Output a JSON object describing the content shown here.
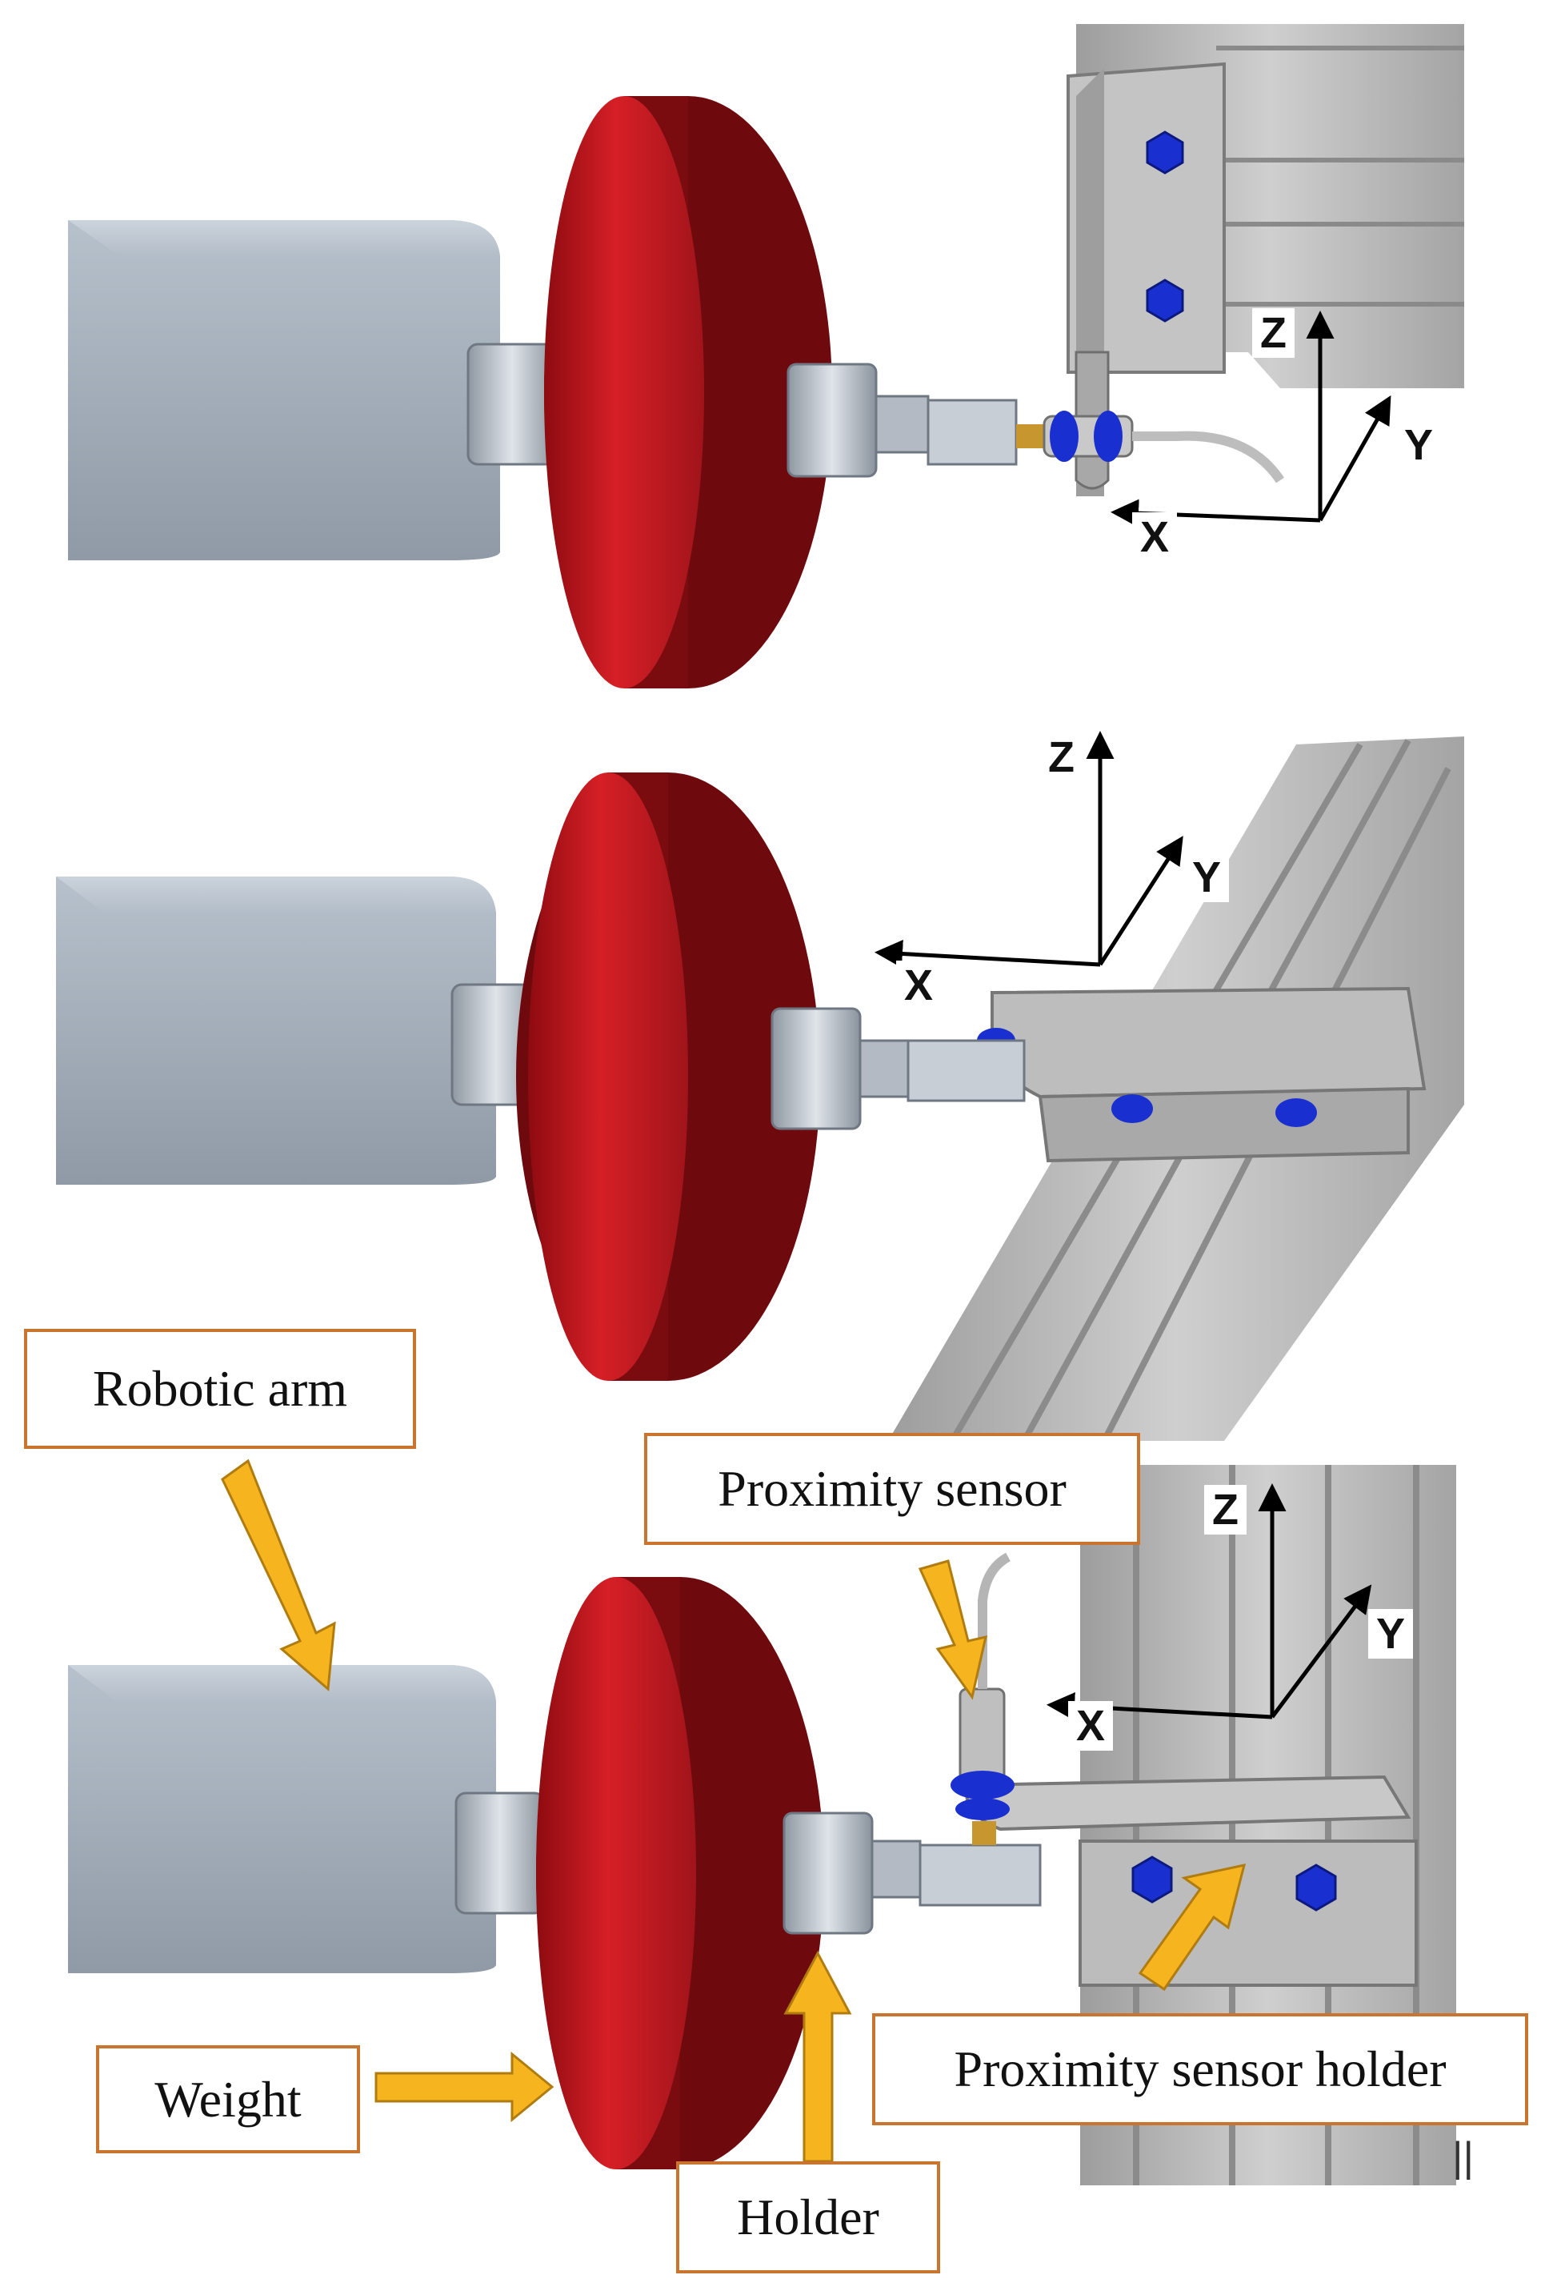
{
  "callouts": {
    "robotic_arm": "Robotic arm",
    "proximity_sensor": "Proximity sensor",
    "proximity_sensor_holder": "Proximity sensor holder",
    "weight": "Weight",
    "holder": "Holder"
  },
  "axes": {
    "top": {
      "x": "X",
      "y": "Y",
      "z": "Z"
    },
    "middle": {
      "x": "X",
      "y": "Y",
      "z": "Z"
    },
    "bottom": {
      "x": "X",
      "y": "Y",
      "z": "Z"
    }
  },
  "page_artifact": "||",
  "colors": {
    "weight_red": "#b8131a",
    "arm_grey": "#a9b4c0",
    "frame_grey": "#bfbfbf",
    "bolt_blue": "#1a2fd0",
    "arrow_yellow": "#f6b51f",
    "callout_border": "#c9742f",
    "brass": "#c8962e"
  }
}
